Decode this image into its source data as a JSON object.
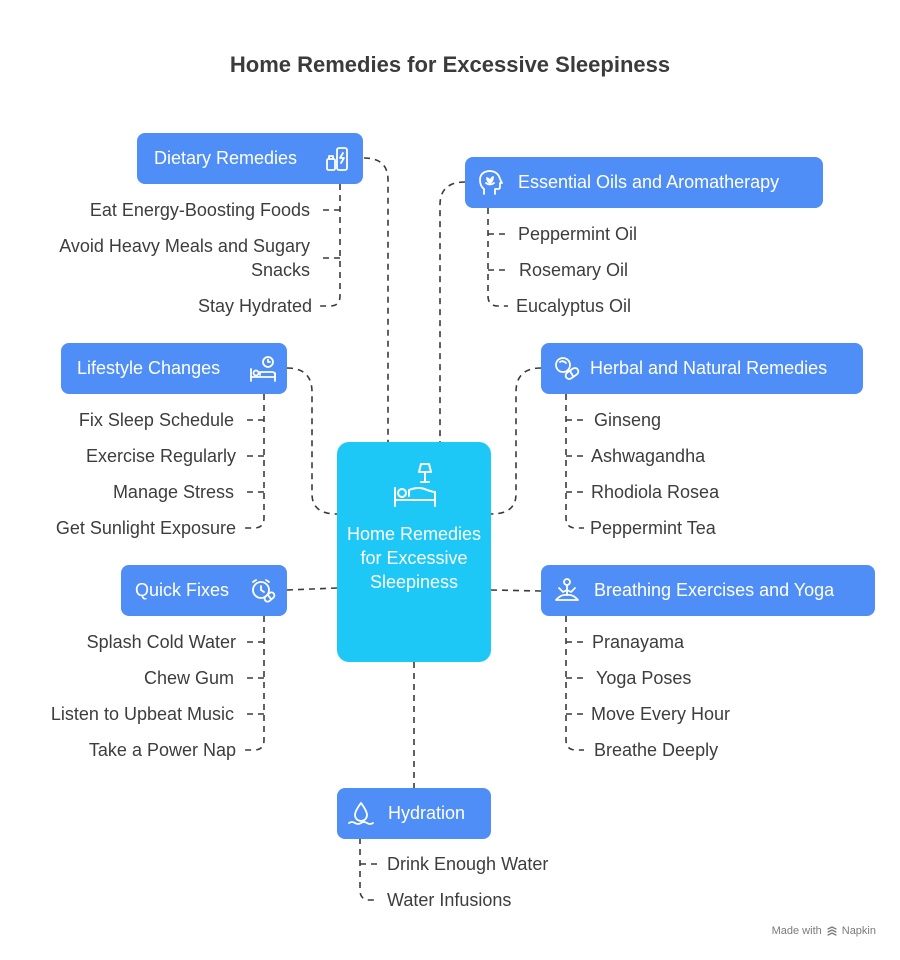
{
  "title": "Home Remedies for Excessive Sleepiness",
  "center": {
    "label": "Home Remedies for Excessive Sleepiness",
    "icon": "bed-lamp-icon"
  },
  "branches": {
    "dietary": {
      "label": "Dietary Remedies",
      "icon": "energy-drink-icon",
      "items": [
        "Eat Energy-Boosting Foods",
        "Avoid Heavy Meals and Sugary Snacks",
        "Stay Hydrated"
      ]
    },
    "lifestyle": {
      "label": "Lifestyle Changes",
      "icon": "bed-clock-icon",
      "items": [
        "Fix Sleep Schedule",
        "Exercise Regularly",
        "Manage Stress",
        "Get Sunlight Exposure"
      ]
    },
    "quick": {
      "label": "Quick Fixes",
      "icon": "alarm-pill-icon",
      "items": [
        "Splash Cold Water",
        "Chew Gum",
        "Listen to Upbeat Music",
        "Take a Power Nap"
      ]
    },
    "oils": {
      "label": "Essential Oils and Aromatherapy",
      "icon": "head-lotus-icon",
      "items": [
        "Peppermint Oil",
        "Rosemary Oil",
        "Eucalyptus Oil"
      ]
    },
    "herbal": {
      "label": "Herbal and Natural Remedies",
      "icon": "capsule-icon",
      "items": [
        "Ginseng",
        "Ashwagandha",
        "Rhodiola Rosea",
        "Peppermint Tea"
      ]
    },
    "breathing": {
      "label": "Breathing Exercises and Yoga",
      "icon": "meditation-icon",
      "items": [
        "Pranayama",
        "Yoga Poses",
        "Move Every Hour",
        "Breathe Deeply"
      ]
    },
    "hydration": {
      "label": "Hydration",
      "icon": "water-drop-icon",
      "items": [
        "Drink Enough Water",
        "Water Infusions"
      ]
    }
  },
  "footer": {
    "made_with": "Made with",
    "brand": "Napkin"
  },
  "colors": {
    "node": "#4f8ef7",
    "center": "#1ec8f6",
    "connector": "#3a3a3a"
  }
}
